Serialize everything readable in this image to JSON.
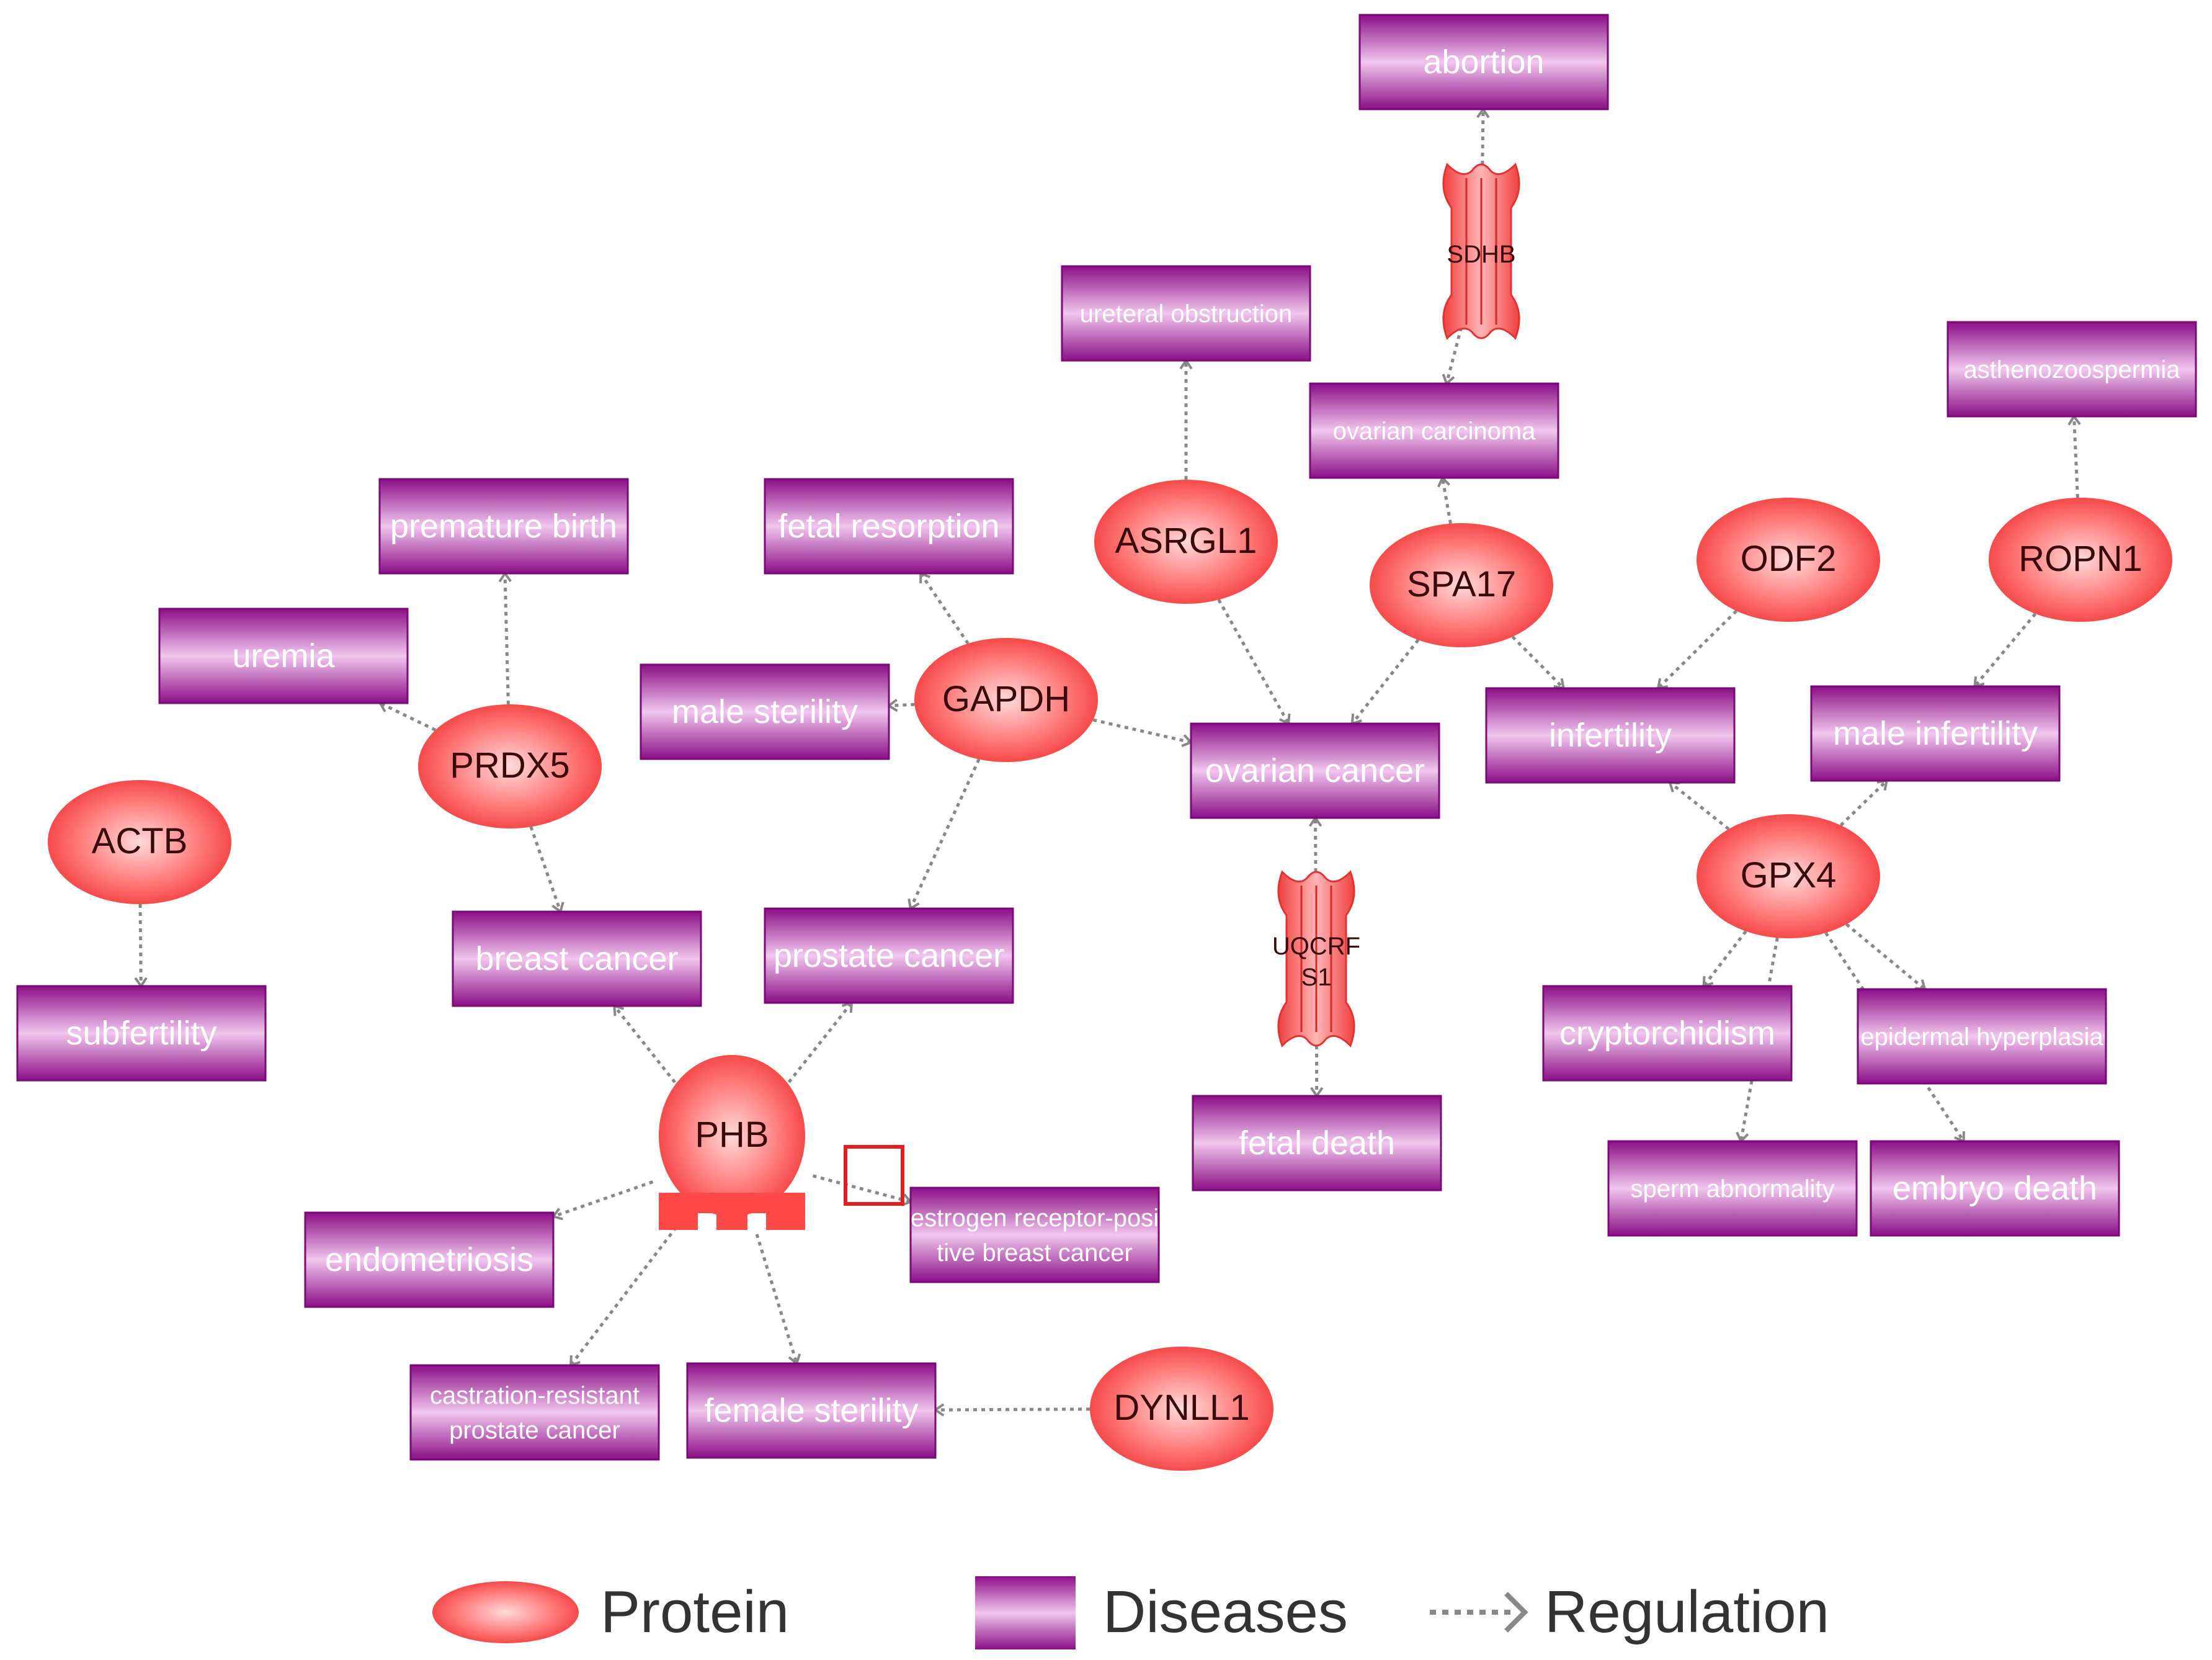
{
  "colors": {
    "protein_fill": "#ff5555",
    "protein_light": "#ffd2d2",
    "disease_fill": "#a01b9a",
    "disease_light": "#f3c9f1",
    "edge": "#888888",
    "highlight_box": "#e02020"
  },
  "proteins": [
    {
      "id": "ACTB",
      "label": "ACTB",
      "shape": "ellipse"
    },
    {
      "id": "PRDX5",
      "label": "PRDX5",
      "shape": "ellipse"
    },
    {
      "id": "GAPDH",
      "label": "GAPDH",
      "shape": "ellipse"
    },
    {
      "id": "ASRGL1",
      "label": "ASRGL1",
      "shape": "ellipse"
    },
    {
      "id": "SPA17",
      "label": "SPA17",
      "shape": "ellipse"
    },
    {
      "id": "ODF2",
      "label": "ODF2",
      "shape": "ellipse"
    },
    {
      "id": "ROPN1",
      "label": "ROPN1",
      "shape": "ellipse"
    },
    {
      "id": "GPX4",
      "label": "GPX4",
      "shape": "ellipse"
    },
    {
      "id": "DYNLL1",
      "label": "DYNLL1",
      "shape": "ellipse"
    },
    {
      "id": "PHB",
      "label": "PHB",
      "shape": "receptor"
    },
    {
      "id": "SDHB",
      "label": "SDHB",
      "shape": "channel"
    },
    {
      "id": "UQCRFS1",
      "label": "UQCRF S1",
      "label_lines": [
        "UQCRF",
        "S1"
      ],
      "shape": "channel"
    }
  ],
  "diseases": [
    {
      "id": "abortion",
      "label": "abortion"
    },
    {
      "id": "ureteral_obstruction",
      "label": "ureteral obstruction"
    },
    {
      "id": "ovarian_carcinoma",
      "label": "ovarian carcinoma"
    },
    {
      "id": "asthenozoospermia",
      "label": "asthenozoospermia"
    },
    {
      "id": "premature_birth",
      "label": "premature birth"
    },
    {
      "id": "fetal_resorption",
      "label": "fetal resorption"
    },
    {
      "id": "uremia",
      "label": "uremia"
    },
    {
      "id": "male_sterility",
      "label": "male sterility"
    },
    {
      "id": "ovarian_cancer",
      "label": "ovarian cancer"
    },
    {
      "id": "infertility",
      "label": "infertility"
    },
    {
      "id": "male_infertility",
      "label": "male infertility"
    },
    {
      "id": "subfertility",
      "label": "subfertility"
    },
    {
      "id": "breast_cancer",
      "label": "breast cancer"
    },
    {
      "id": "prostate_cancer",
      "label": "prostate cancer"
    },
    {
      "id": "cryptorchidism",
      "label": "cryptorchidism"
    },
    {
      "id": "epidermal_hyperplasia",
      "label": "epidermal hyperplasia"
    },
    {
      "id": "fetal_death",
      "label": "fetal death"
    },
    {
      "id": "sperm_abnormality",
      "label": "sperm abnormality"
    },
    {
      "id": "embryo_death",
      "label": "embryo death"
    },
    {
      "id": "endometriosis",
      "label": "endometriosis"
    },
    {
      "id": "er_pos_breast_cancer",
      "label": "estrogen receptor-positive breast cancer",
      "label_lines": [
        "estrogen receptor-posi",
        "tive breast cancer"
      ]
    },
    {
      "id": "castration_resistant",
      "label": "castration-resistant prostate cancer",
      "label_lines": [
        "castration-resistant",
        "prostate cancer"
      ]
    },
    {
      "id": "female_sterility",
      "label": "female sterility"
    }
  ],
  "edges": [
    [
      "SDHB",
      "abortion"
    ],
    [
      "SDHB",
      "ovarian_carcinoma"
    ],
    [
      "ASRGL1",
      "ureteral_obstruction"
    ],
    [
      "ASRGL1",
      "ovarian_cancer"
    ],
    [
      "SPA17",
      "ovarian_carcinoma"
    ],
    [
      "SPA17",
      "ovarian_cancer"
    ],
    [
      "SPA17",
      "infertility"
    ],
    [
      "ODF2",
      "infertility"
    ],
    [
      "ROPN1",
      "asthenozoospermia"
    ],
    [
      "ROPN1",
      "male_infertility"
    ],
    [
      "PRDX5",
      "premature_birth"
    ],
    [
      "PRDX5",
      "uremia"
    ],
    [
      "PRDX5",
      "breast_cancer"
    ],
    [
      "GAPDH",
      "fetal_resorption"
    ],
    [
      "GAPDH",
      "male_sterility"
    ],
    [
      "GAPDH",
      "ovarian_cancer"
    ],
    [
      "GAPDH",
      "prostate_cancer"
    ],
    [
      "ACTB",
      "subfertility"
    ],
    [
      "UQCRFS1",
      "ovarian_cancer"
    ],
    [
      "UQCRFS1",
      "fetal_death"
    ],
    [
      "GPX4",
      "infertility"
    ],
    [
      "GPX4",
      "male_infertility"
    ],
    [
      "GPX4",
      "cryptorchidism"
    ],
    [
      "GPX4",
      "epidermal_hyperplasia"
    ],
    [
      "GPX4",
      "sperm_abnormality"
    ],
    [
      "GPX4",
      "embryo_death"
    ],
    [
      "PHB",
      "breast_cancer"
    ],
    [
      "PHB",
      "prostate_cancer"
    ],
    [
      "PHB",
      "endometriosis"
    ],
    [
      "PHB",
      "er_pos_breast_cancer"
    ],
    [
      "PHB",
      "castration_resistant"
    ],
    [
      "PHB",
      "female_sterility"
    ],
    [
      "DYNLL1",
      "female_sterility"
    ]
  ],
  "legend": {
    "protein": "Protein",
    "diseases": "Diseases",
    "regulation": "Regulation"
  }
}
